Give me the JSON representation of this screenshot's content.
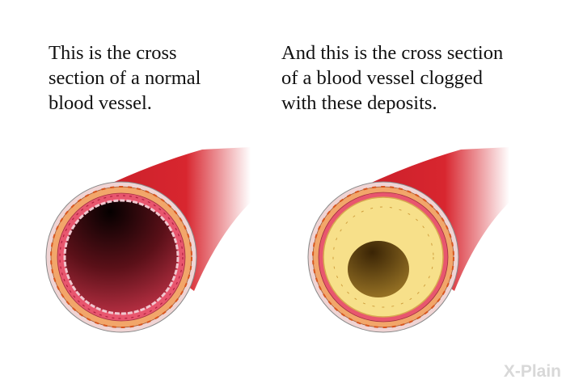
{
  "captions": {
    "normal": [
      "This is the cross",
      "section of a normal",
      "blood vessel."
    ],
    "clogged": [
      "And this is the cross section",
      "of a blood vessel clogged",
      "with these deposits."
    ]
  },
  "logo": "X-Plain",
  "colors": {
    "vessel_red": "#d8262f",
    "adventitia": "#f0d4d4",
    "media_orange": "#f2a66a",
    "intima_pink": "#e8566e",
    "plaque_yellow": "#f7e08a",
    "lumen_dark": "#2a0308"
  }
}
